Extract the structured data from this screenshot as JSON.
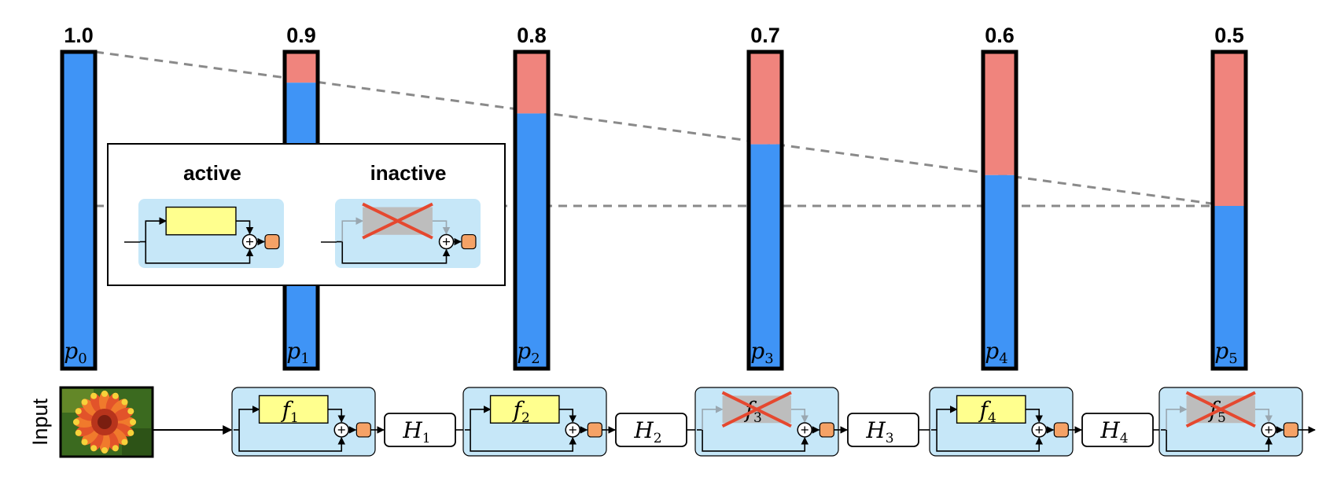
{
  "input_label": "Input",
  "legend": {
    "active_title": "active",
    "inactive_title": "inactive"
  },
  "survival_bars": [
    {
      "value_label": "1.0",
      "value": 1.0,
      "p_symbol": "p",
      "p_index": "0"
    },
    {
      "value_label": "0.9",
      "value": 0.9,
      "p_symbol": "p",
      "p_index": "1"
    },
    {
      "value_label": "0.8",
      "value": 0.8,
      "p_symbol": "p",
      "p_index": "2"
    },
    {
      "value_label": "0.7",
      "value": 0.7,
      "p_symbol": "p",
      "p_index": "3"
    },
    {
      "value_label": "0.6",
      "value": 0.6,
      "p_symbol": "p",
      "p_index": "4"
    },
    {
      "value_label": "0.5",
      "value": 0.5,
      "p_symbol": "p",
      "p_index": "5"
    }
  ],
  "residual_blocks": [
    {
      "f_symbol": "f",
      "f_index": "1",
      "active": true
    },
    {
      "f_symbol": "f",
      "f_index": "2",
      "active": true
    },
    {
      "f_symbol": "f",
      "f_index": "3",
      "active": false
    },
    {
      "f_symbol": "f",
      "f_index": "4",
      "active": true
    },
    {
      "f_symbol": "f",
      "f_index": "5",
      "active": false
    }
  ],
  "transitions": [
    {
      "h_symbol": "H",
      "h_index": "1"
    },
    {
      "h_symbol": "H",
      "h_index": "2"
    },
    {
      "h_symbol": "H",
      "h_index": "3"
    },
    {
      "h_symbol": "H",
      "h_index": "4"
    }
  ],
  "colors": {
    "survive_blue": "#3f94f6",
    "drop_red": "#f0847d",
    "block_bg": "#c6e7f8",
    "module_yellow": "#ffff8e",
    "module_gray": "#bdbdbd",
    "cross_red": "#e5482f",
    "output_orange": "#f5a266",
    "dashed_gray": "#8a8a8a"
  }
}
